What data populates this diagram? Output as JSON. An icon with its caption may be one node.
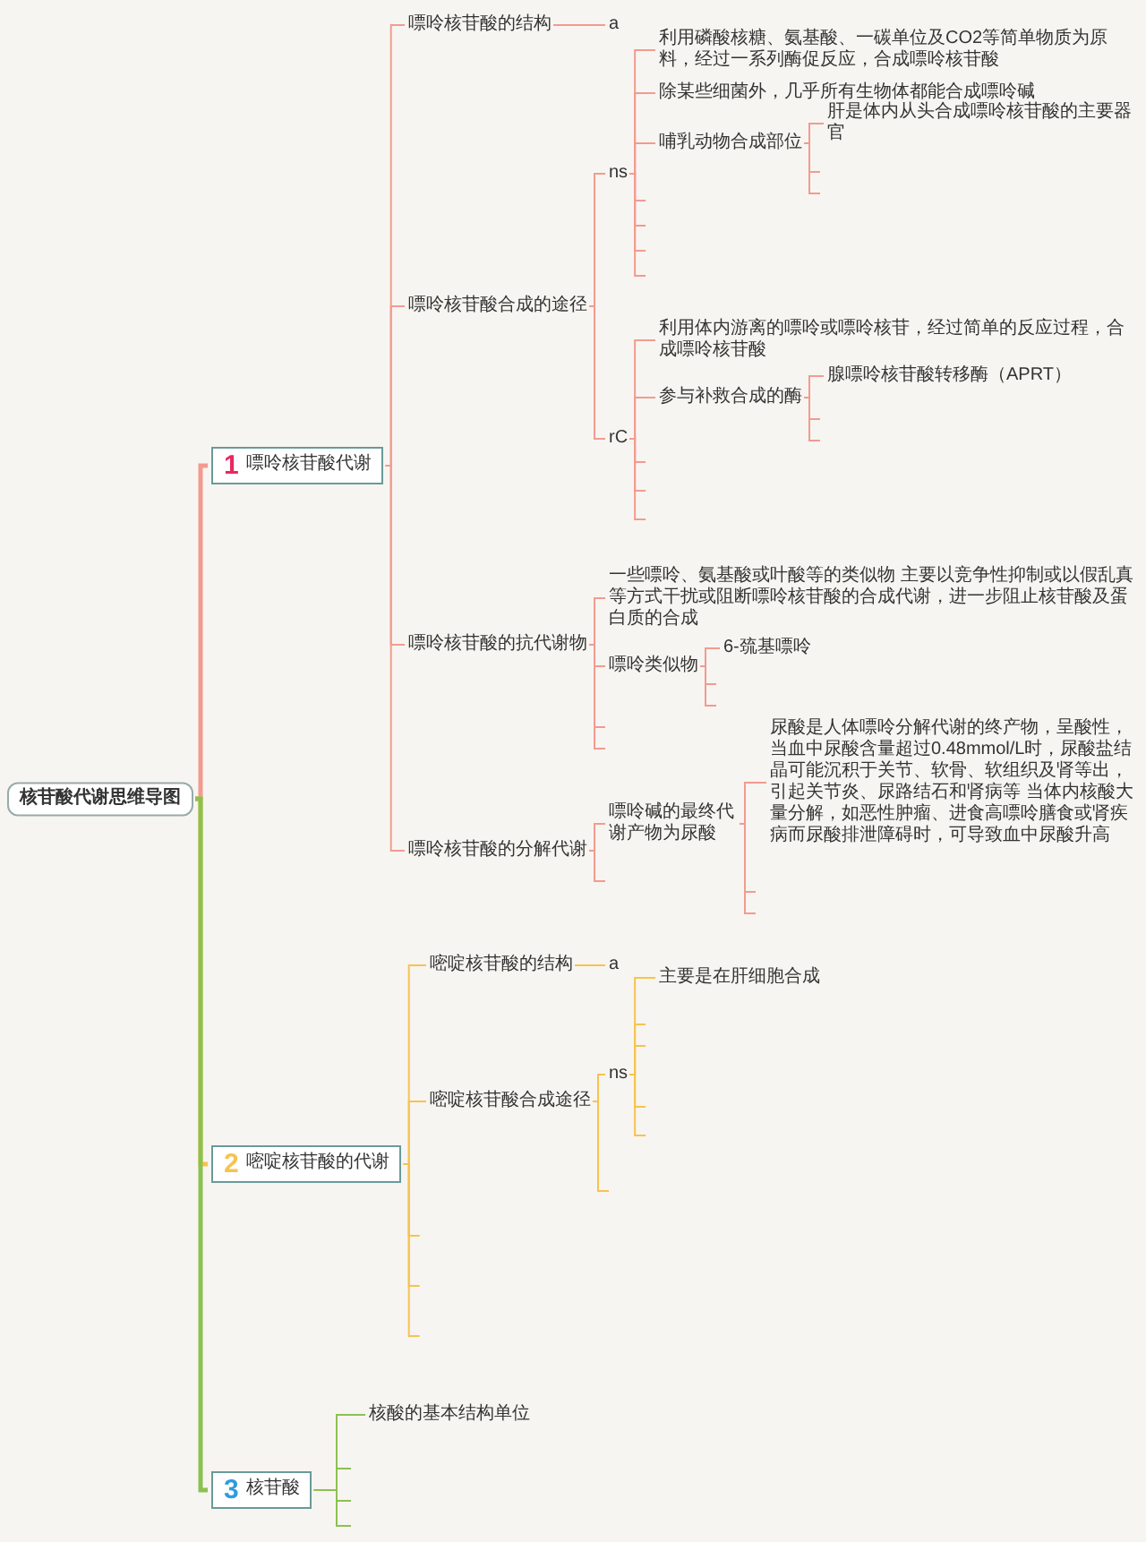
{
  "diagram": {
    "nodes": [
      {
        "text": [
          "核苷酸代谢思维导图"
        ]
      },
      {
        "text": [
          "1",
          "嘌呤核苷酸代谢"
        ]
      },
      {
        "text": [
          "嘌呤核苷酸的结构"
        ]
      },
      {
        "text": [
          "a"
        ]
      },
      {
        "text": [
          "嘌呤核苷酸合成的途径"
        ]
      },
      {
        "text": [
          "ns"
        ]
      },
      {
        "text": [
          "利用磷酸核糖、氨基酸、一碳单位及CO2等简单物质为原料，经过一系列酶促反应，合成嘌呤核苷酸"
        ]
      },
      {
        "text": [
          "除某些细菌外，几乎所有生物体都能合成嘌呤碱"
        ]
      },
      {
        "text": [
          "哺乳动物合成部位"
        ]
      },
      {
        "text": [
          "肝是体内从头合成嘌呤核苷酸的主要器官"
        ]
      },
      {
        "text": [
          "rC"
        ]
      },
      {
        "text": [
          "利用体内游离的嘌呤或嘌呤核苷，经过简单的反应过程，合成嘌呤核苷酸"
        ]
      },
      {
        "text": [
          "参与补救合成的酶"
        ]
      },
      {
        "text": [
          "腺嘌呤核苷酸转移酶（APRT）"
        ]
      },
      {
        "text": [
          "嘌呤核苷酸的抗代谢物"
        ]
      },
      {
        "text": [
          "一些嘌呤、氨基酸或叶酸等的类似物 主要以竞争性抑制或以假乱真等方式干扰或阻断嘌呤核苷酸的合成代谢，进一步阻止核苷酸及蛋白质的合成"
        ]
      },
      {
        "text": [
          "嘌呤类似物"
        ]
      },
      {
        "text": [
          "6-巯基嘌呤"
        ]
      },
      {
        "text": [
          "嘌呤核苷酸的分解代谢"
        ]
      },
      {
        "text": [
          "嘌呤碱的最终代谢产物为尿酸"
        ]
      },
      {
        "text": [
          "尿酸是人体嘌呤分解代谢的终产物，呈酸性，当血中尿酸含量超过0.48mmol/L时，尿酸盐结晶可能沉积于关节、软骨、软组织及肾等出，引起关节炎、尿路结石和肾病等 当体内核酸大量分解，如恶性肿瘤、进食高嘌呤膳食或肾疾病而尿酸排泄障碍时，可导致血中尿酸升高"
        ]
      },
      {
        "text": [
          "2",
          "嘧啶核苷酸的代谢"
        ]
      },
      {
        "text": [
          "嘧啶核苷酸的结构"
        ]
      },
      {
        "text": [
          "a"
        ]
      },
      {
        "text": [
          "嘧啶核苷酸合成途径"
        ]
      },
      {
        "text": [
          "ns"
        ]
      },
      {
        "text": [
          "主要是在肝细胞合成"
        ]
      },
      {
        "text": [
          "3",
          "核苷酸"
        ]
      },
      {
        "text": [
          "核酸的基本结构单位"
        ]
      }
    ],
    "edges": [
      {
        "from": 0,
        "to": 1,
        "arrow": "none",
        "style": "thick"
      },
      {
        "from": 0,
        "to": 21,
        "arrow": "none",
        "style": "thick",
        "color": "#f7c34f"
      },
      {
        "from": 0,
        "to": 27,
        "arrow": "none",
        "style": "thick",
        "color": "#8cc152"
      },
      {
        "from": 1,
        "to": 2,
        "arrow": "none"
      },
      {
        "from": 2,
        "to": 3,
        "arrow": "none"
      },
      {
        "from": 1,
        "to": 4,
        "arrow": "none"
      },
      {
        "from": 4,
        "to": 5,
        "arrow": "none"
      },
      {
        "from": 5,
        "to": 6,
        "arrow": "none"
      },
      {
        "from": 5,
        "to": 7,
        "arrow": "none"
      },
      {
        "from": 5,
        "to": 8,
        "arrow": "none"
      },
      {
        "from": 8,
        "to": 9,
        "arrow": "none"
      },
      {
        "from": 8,
        "to": null,
        "arrow": "none"
      },
      {
        "from": 8,
        "to": null,
        "arrow": "none"
      },
      {
        "from": 5,
        "to": null,
        "arrow": "none"
      },
      {
        "from": 5,
        "to": null,
        "arrow": "none"
      },
      {
        "from": 5,
        "to": null,
        "arrow": "none"
      },
      {
        "from": 5,
        "to": null,
        "arrow": "none"
      },
      {
        "from": 4,
        "to": 10,
        "arrow": "none"
      },
      {
        "from": 10,
        "to": 11,
        "arrow": "none"
      },
      {
        "from": 10,
        "to": 12,
        "arrow": "none"
      },
      {
        "from": 12,
        "to": 13,
        "arrow": "none"
      },
      {
        "from": 12,
        "to": null,
        "arrow": "none"
      },
      {
        "from": 12,
        "to": null,
        "arrow": "none"
      },
      {
        "from": 10,
        "to": null,
        "arrow": "none"
      },
      {
        "from": 10,
        "to": null,
        "arrow": "none"
      },
      {
        "from": 10,
        "to": null,
        "arrow": "none"
      },
      {
        "from": 1,
        "to": 14,
        "arrow": "none"
      },
      {
        "from": 14,
        "to": 15,
        "arrow": "none"
      },
      {
        "from": 14,
        "to": 16,
        "arrow": "none"
      },
      {
        "from": 16,
        "to": 17,
        "arrow": "none"
      },
      {
        "from": 16,
        "to": null,
        "arrow": "none"
      },
      {
        "from": 16,
        "to": null,
        "arrow": "none"
      },
      {
        "from": 14,
        "to": null,
        "arrow": "none"
      },
      {
        "from": 14,
        "to": null,
        "arrow": "none"
      },
      {
        "from": 1,
        "to": 18,
        "arrow": "none"
      },
      {
        "from": 18,
        "to": 19,
        "arrow": "none"
      },
      {
        "from": 19,
        "to": 20,
        "arrow": "none"
      },
      {
        "from": 19,
        "to": null,
        "arrow": "none"
      },
      {
        "from": 19,
        "to": null,
        "arrow": "none"
      },
      {
        "from": 18,
        "to": null,
        "arrow": "none"
      },
      {
        "from": 21,
        "to": 22,
        "arrow": "none",
        "color": "#f7c34f"
      },
      {
        "from": 22,
        "to": 23,
        "arrow": "none",
        "color": "#f7c34f"
      },
      {
        "from": 21,
        "to": 24,
        "arrow": "none",
        "color": "#f7c34f"
      },
      {
        "from": 24,
        "to": 25,
        "arrow": "none",
        "color": "#f7c34f"
      },
      {
        "from": 25,
        "to": 26,
        "arrow": "none",
        "color": "#f7c34f"
      },
      {
        "from": 25,
        "to": null,
        "arrow": "none",
        "color": "#f7c34f"
      },
      {
        "from": 25,
        "to": null,
        "arrow": "none",
        "color": "#f7c34f"
      },
      {
        "from": 25,
        "to": null,
        "arrow": "none",
        "color": "#f7c34f"
      },
      {
        "from": 25,
        "to": null,
        "arrow": "none",
        "color": "#f7c34f"
      },
      {
        "from": 24,
        "to": null,
        "arrow": "none",
        "color": "#f7c34f"
      },
      {
        "from": 21,
        "to": null,
        "arrow": "none",
        "color": "#f7c34f"
      },
      {
        "from": 21,
        "to": null,
        "arrow": "none",
        "color": "#f7c34f"
      },
      {
        "from": 21,
        "to": null,
        "arrow": "none",
        "color": "#f7c34f"
      },
      {
        "from": 27,
        "to": 28,
        "arrow": "none",
        "color": "#8cc152"
      },
      {
        "from": 27,
        "to": null,
        "arrow": "none",
        "color": "#8cc152"
      },
      {
        "from": 27,
        "to": null,
        "arrow": "none",
        "color": "#8cc152"
      },
      {
        "from": 27,
        "to": null,
        "arrow": "none",
        "color": "#8cc152"
      }
    ]
  }
}
